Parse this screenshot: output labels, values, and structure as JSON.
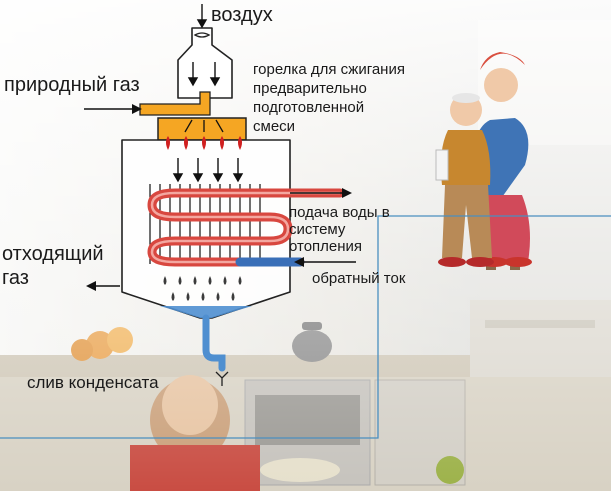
{
  "labels": {
    "air": "воздух",
    "natural_gas": "природный газ",
    "burner": "горелка для сжигания\nпредварительно\nподготовленной\nсмеси",
    "water_supply": "подача воды в\nсистему\nотопления",
    "flue_gas": "отходящий\nгаз",
    "return_flow": "обратный ток",
    "condensate_drain": "слив конденсата"
  },
  "colors": {
    "flue_tube_hot": "#d8473f",
    "return_tube_cold": "#3a6fb8",
    "burner_mix": "#f5a623",
    "flame": "#d02020",
    "drops": "#3b3b3b",
    "condensate": "#4f8fd0",
    "guide_line": "#4a8fc0"
  }
}
